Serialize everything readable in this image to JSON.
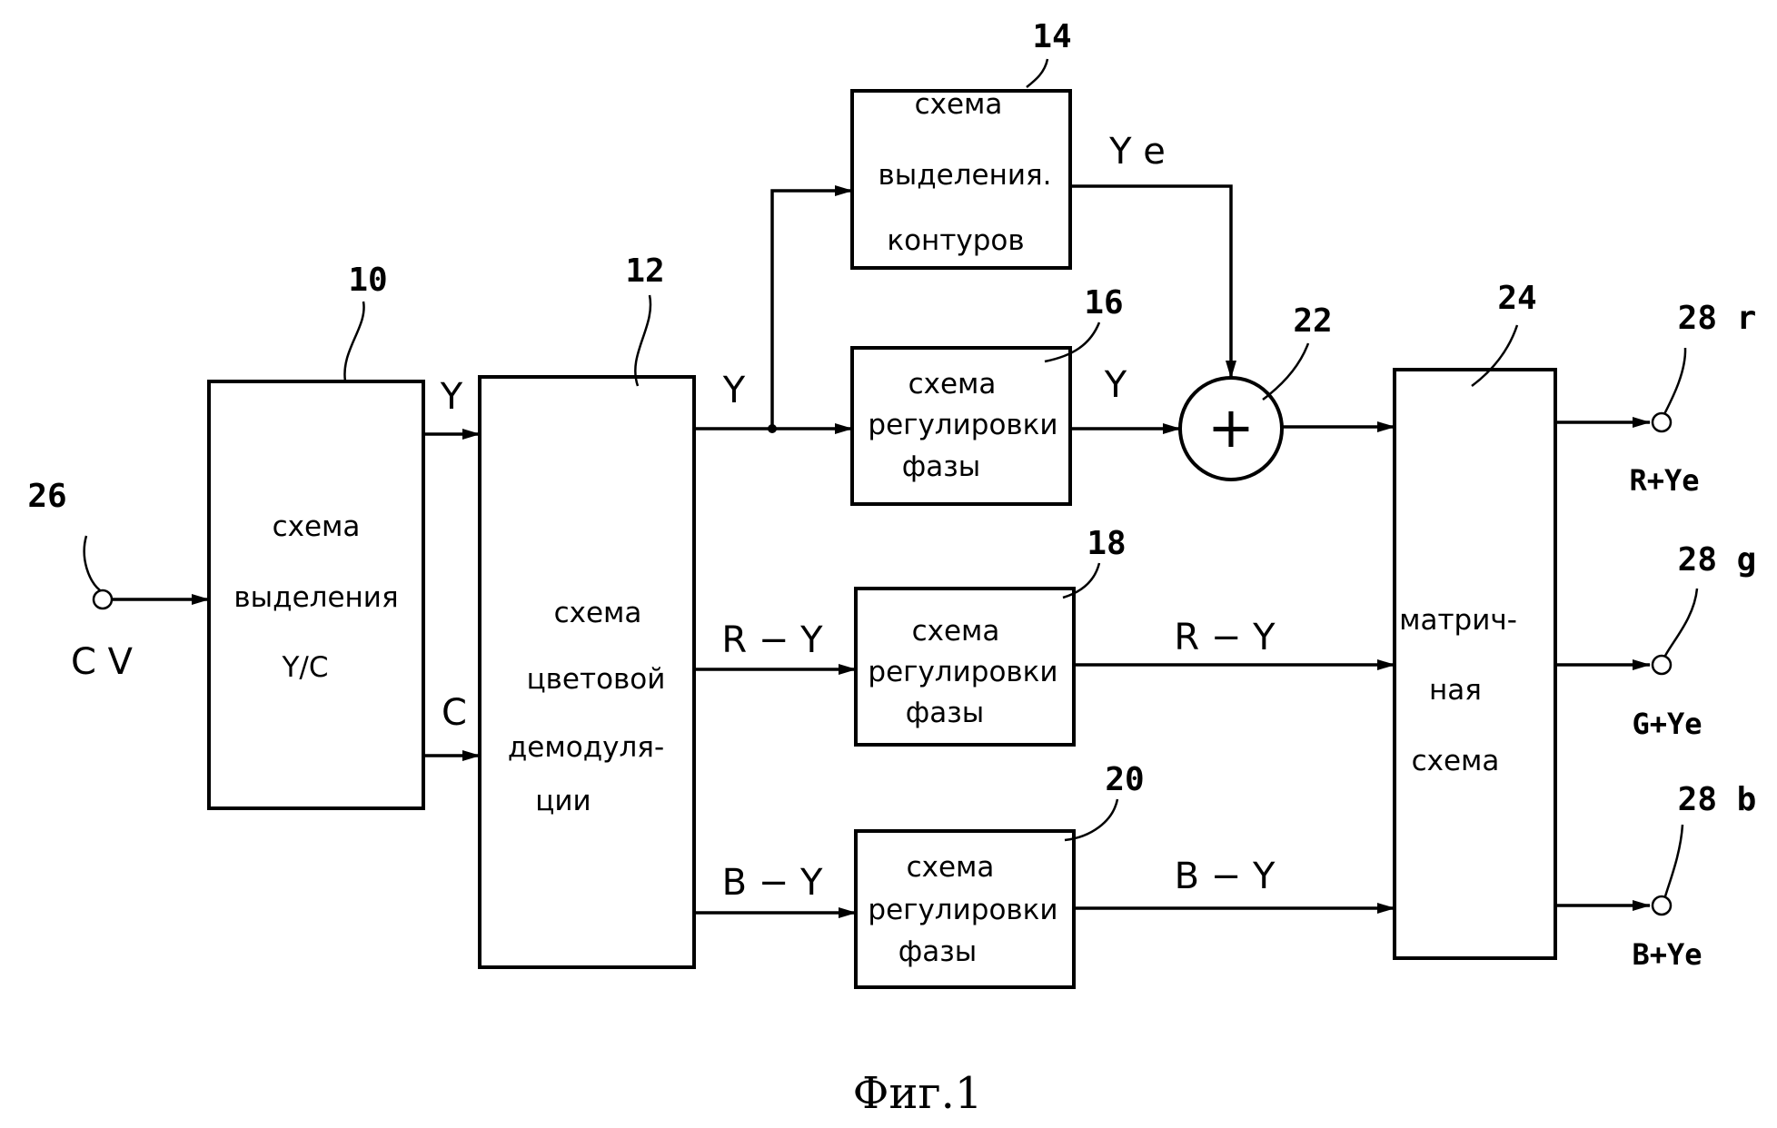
{
  "blocks": {
    "yc": {
      "ref": "10",
      "lines": [
        "схема",
        "выделения",
        "Y/C"
      ]
    },
    "demod": {
      "ref": "12",
      "lines": [
        "схема",
        "цветовой",
        "демодуля-",
        "ции"
      ]
    },
    "contour": {
      "ref": "14",
      "lines": [
        "схема",
        "выделения.",
        "контуров"
      ]
    },
    "phase_y": {
      "ref": "16",
      "lines": [
        "схема",
        "регулировки",
        "фазы"
      ]
    },
    "phase_r": {
      "ref": "18",
      "lines": [
        "схема",
        "регулировки",
        "фазы"
      ]
    },
    "phase_b": {
      "ref": "20",
      "lines": [
        "схема",
        "регулировки",
        "фазы"
      ]
    },
    "adder": {
      "ref": "22",
      "symbol": "+"
    },
    "matrix": {
      "ref": "24",
      "lines": [
        "матрич-",
        "ная",
        "схема"
      ]
    }
  },
  "terminals": {
    "input": {
      "ref": "26",
      "label": "C V"
    },
    "out_r": {
      "ref": "28 r",
      "label": "R+Ye"
    },
    "out_g": {
      "ref": "28 g",
      "label": "G+Ye"
    },
    "out_b": {
      "ref": "28 b",
      "label": "B+Ye"
    }
  },
  "signals": {
    "y_in": "Y",
    "c_in": "C",
    "y_out": "Y",
    "ye": "Y e",
    "y_phase": "Y",
    "ry_in": "R − Y",
    "ry_out": "R − Y",
    "by_in": "B − Y",
    "by_out": "B − Y"
  },
  "caption": "Фиг.1"
}
